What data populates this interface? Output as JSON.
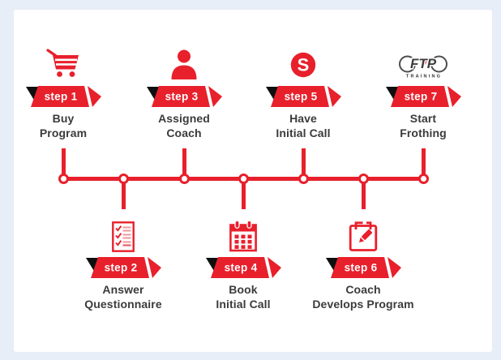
{
  "colors": {
    "accent_red": "#e8202c",
    "banner_black": "#0f0f0f",
    "label_text": "#3b3b3b",
    "page_background": "#e7eef8",
    "card_background": "#ffffff",
    "logo_gray": "#4d4d4d",
    "checklist_line_pink": "#f0969b"
  },
  "steps": [
    {
      "banner_label": "step 1",
      "icon": "shopping-cart-icon",
      "label_line1": "Buy",
      "label_line2": "Program",
      "row": "top"
    },
    {
      "banner_label": "step 2",
      "icon": "questionnaire-checklist-icon",
      "label_line1": "Answer",
      "label_line2": "Questionnaire",
      "row": "bottom"
    },
    {
      "banner_label": "step 3",
      "icon": "person-coach-icon",
      "label_line1": "Assigned",
      "label_line2": "Coach",
      "row": "top"
    },
    {
      "banner_label": "step 4",
      "icon": "calendar-icon",
      "label_line1": "Book",
      "label_line2": "Initial Call",
      "row": "bottom"
    },
    {
      "banner_label": "step 5",
      "icon": "skype-icon",
      "icon_letter": "S",
      "label_line1": "Have",
      "label_line2": "Initial Call",
      "row": "top"
    },
    {
      "banner_label": "step 6",
      "icon": "calendar-edit-icon",
      "label_line1": "Coach",
      "label_line2": "Develops Program",
      "row": "bottom"
    },
    {
      "banner_label": "step 7",
      "icon": "ftp-training-logo",
      "logo_text": "FTP",
      "logo_subtext": "TRAINING",
      "label_line1": "Start",
      "label_line2": "Frothing",
      "row": "top"
    }
  ],
  "timeline": {
    "node_count": 7
  }
}
